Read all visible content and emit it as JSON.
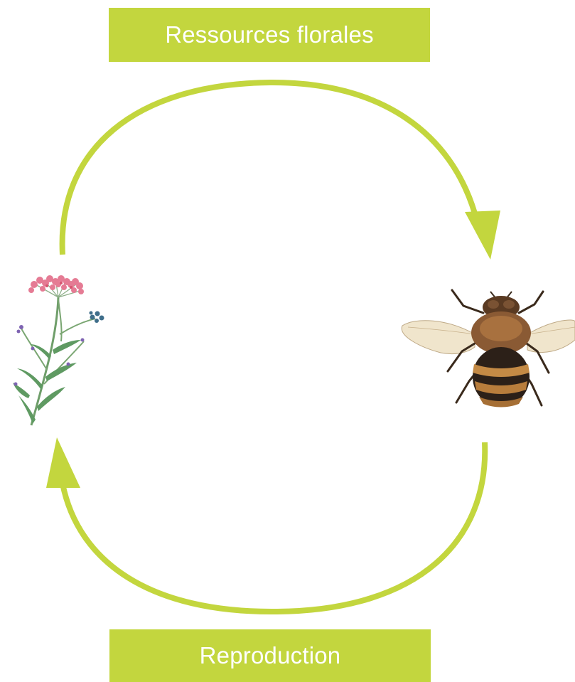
{
  "colors": {
    "accent": "#c3d63e",
    "label_text": "#ffffff"
  },
  "labels": {
    "top": "Ressources florales",
    "bottom": "Reproduction"
  },
  "illustrations": {
    "left": "plant-illustration",
    "right": "fly-illustration"
  }
}
